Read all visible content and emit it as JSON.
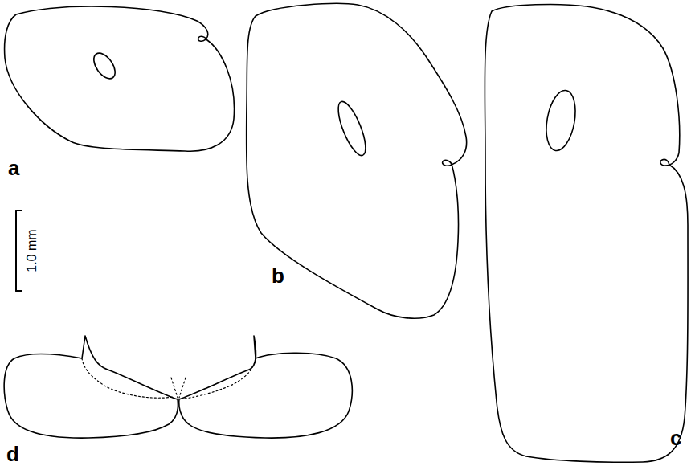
{
  "diagram": {
    "labels": [
      "a",
      "b",
      "c",
      "d",
      "1.0 mm"
    ]
  }
}
